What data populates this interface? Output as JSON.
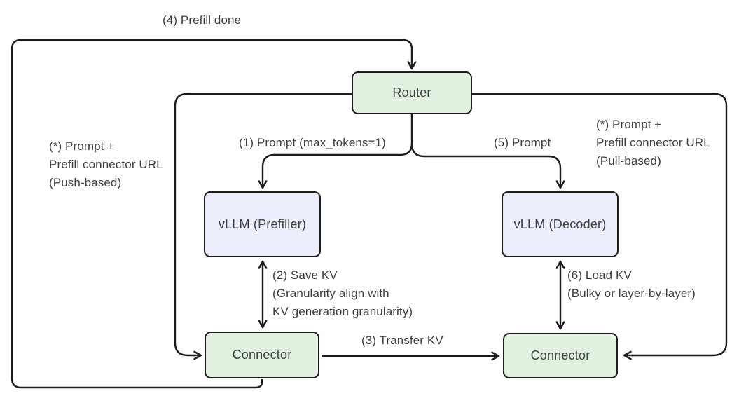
{
  "diagram": {
    "colors": {
      "node_green": "#e3f1e0",
      "node_blue": "#ebeefa",
      "line": "#1c1c1c",
      "label_text": "#3d3d3d",
      "node_text": "#3a423e"
    },
    "nodes": {
      "router": {
        "label": "Router"
      },
      "prefiller": {
        "label": "vLLM (Prefiller)"
      },
      "decoder": {
        "label": "vLLM (Decoder)"
      },
      "connector_left": {
        "label": "Connector"
      },
      "connector_right": {
        "label": "Connector"
      }
    },
    "edges": {
      "prefill_done": {
        "label": "(4) Prefill done"
      },
      "prompt_max_tokens": {
        "label": "(1) Prompt (max_tokens=1)"
      },
      "prompt_decoder": {
        "label": "(5) Prompt"
      },
      "push": {
        "label": "(*) Prompt +\nPrefill connector URL\n(Push-based)"
      },
      "pull": {
        "label": "(*) Prompt +\nPrefill connector URL\n(Pull-based)"
      },
      "save_kv": {
        "label": "(2) Save KV\n(Granularity align with\nKV generation granularity)"
      },
      "load_kv": {
        "label": "(6) Load KV\n(Bulky or layer-by-layer)"
      },
      "transfer_kv": {
        "label": "(3) Transfer KV"
      }
    }
  }
}
